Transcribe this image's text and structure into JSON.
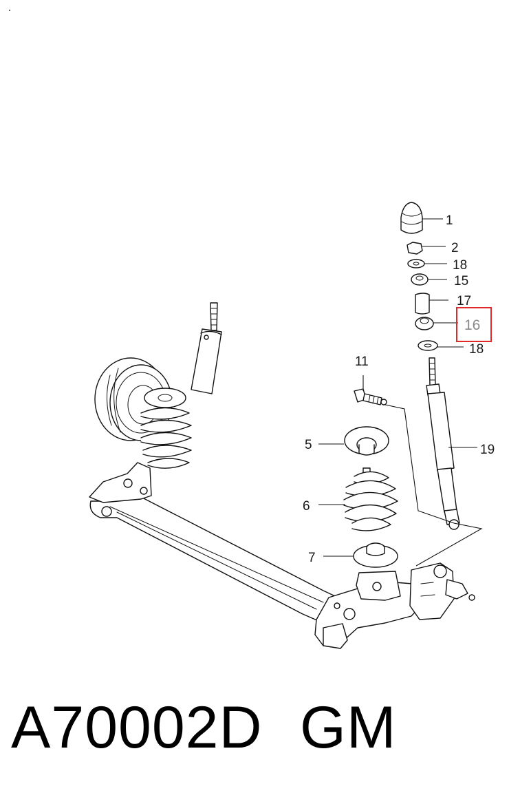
{
  "diagram": {
    "callouts": [
      {
        "id": "c1",
        "label": "1"
      },
      {
        "id": "c2",
        "label": "2"
      },
      {
        "id": "c18a",
        "label": "18"
      },
      {
        "id": "c15",
        "label": "15"
      },
      {
        "id": "c17",
        "label": "17"
      },
      {
        "id": "c16",
        "label": "16",
        "highlighted": true
      },
      {
        "id": "c18b",
        "label": "18"
      },
      {
        "id": "c11",
        "label": "11"
      },
      {
        "id": "c19",
        "label": "19"
      },
      {
        "id": "c5",
        "label": "5"
      },
      {
        "id": "c6",
        "label": "6"
      },
      {
        "id": "c7",
        "label": "7"
      }
    ],
    "highlight_color": "#e02a2a"
  },
  "caption": {
    "code": "A70002D",
    "brand": "GM"
  }
}
